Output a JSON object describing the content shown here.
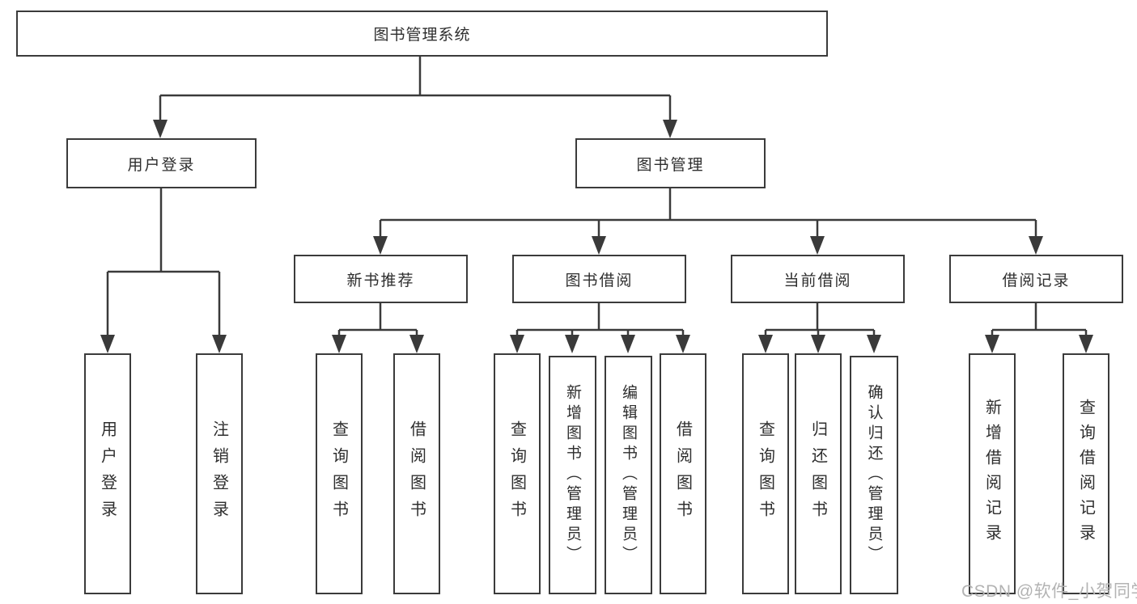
{
  "diagram": {
    "title": "图书管理系统",
    "root": {
      "label": "图书管理系统"
    },
    "level2": [
      {
        "label": "用户登录"
      },
      {
        "label": "图书管理"
      }
    ],
    "level3": [
      {
        "label": "新书推荐"
      },
      {
        "label": "图书借阅"
      },
      {
        "label": "当前借阅"
      },
      {
        "label": "借阅记录"
      }
    ],
    "leaves": {
      "user_login": [
        "用户登录",
        "注销登录"
      ],
      "new_books": [
        "查询图书",
        "借阅图书"
      ],
      "book_borrow": [
        "查询图书",
        "新增图书（管理员）",
        "编辑图书（管理员）",
        "借阅图书"
      ],
      "current_borrow": [
        "查询图书",
        "归还图书",
        "确认归还（管理员）"
      ],
      "borrow_records": [
        "新增借阅记录",
        "查询借阅记录"
      ]
    }
  },
  "watermark": {
    "text": "CSDN @软件_小贺同学"
  },
  "colors": {
    "line": "#3a3a3a",
    "box_border": "#3b3b3b",
    "text": "#2e2e2e",
    "watermark": "#b3b3b3",
    "background": "#ffffff"
  }
}
